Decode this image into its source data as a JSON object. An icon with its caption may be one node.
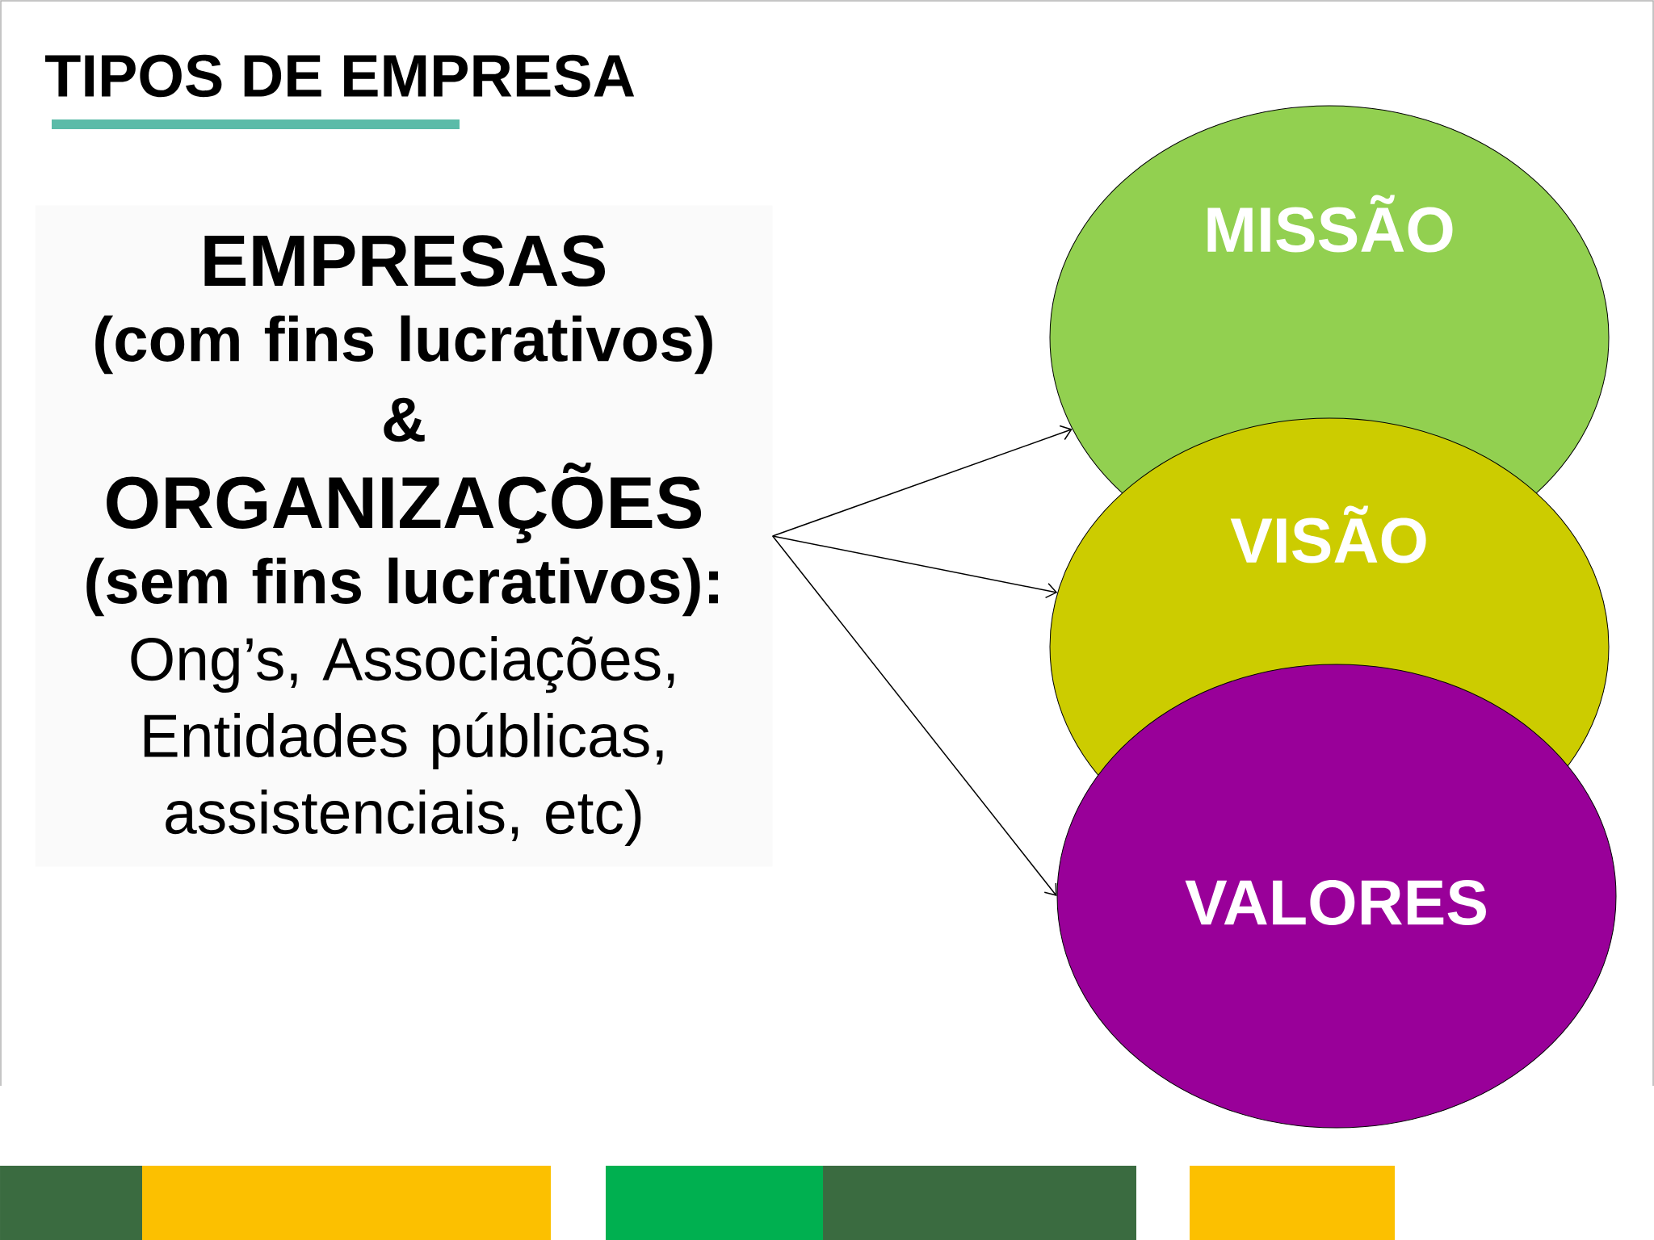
{
  "diagram": {
    "title": "TIPOS DE EMPRESA",
    "nodes": [
      {
        "text": [
          "EMPRESAS",
          "(com fins lucrativos)",
          "&",
          "ORGANIZAÇÕES",
          "**(sem fins lucrativos)**:",
          "Ong’s, Associações, Entidades públicas, assistenciais, etc)"
        ]
      },
      {
        "text": [
          "MISSÃO"
        ]
      },
      {
        "text": [
          "VISÃO"
        ]
      },
      {
        "text": [
          "VALORES"
        ]
      }
    ],
    "edges": [
      {
        "from": 0,
        "to": 1,
        "arrow": "to"
      },
      {
        "from": 0,
        "to": 2,
        "arrow": "to"
      },
      {
        "from": 0,
        "to": 3,
        "arrow": "to"
      }
    ]
  }
}
